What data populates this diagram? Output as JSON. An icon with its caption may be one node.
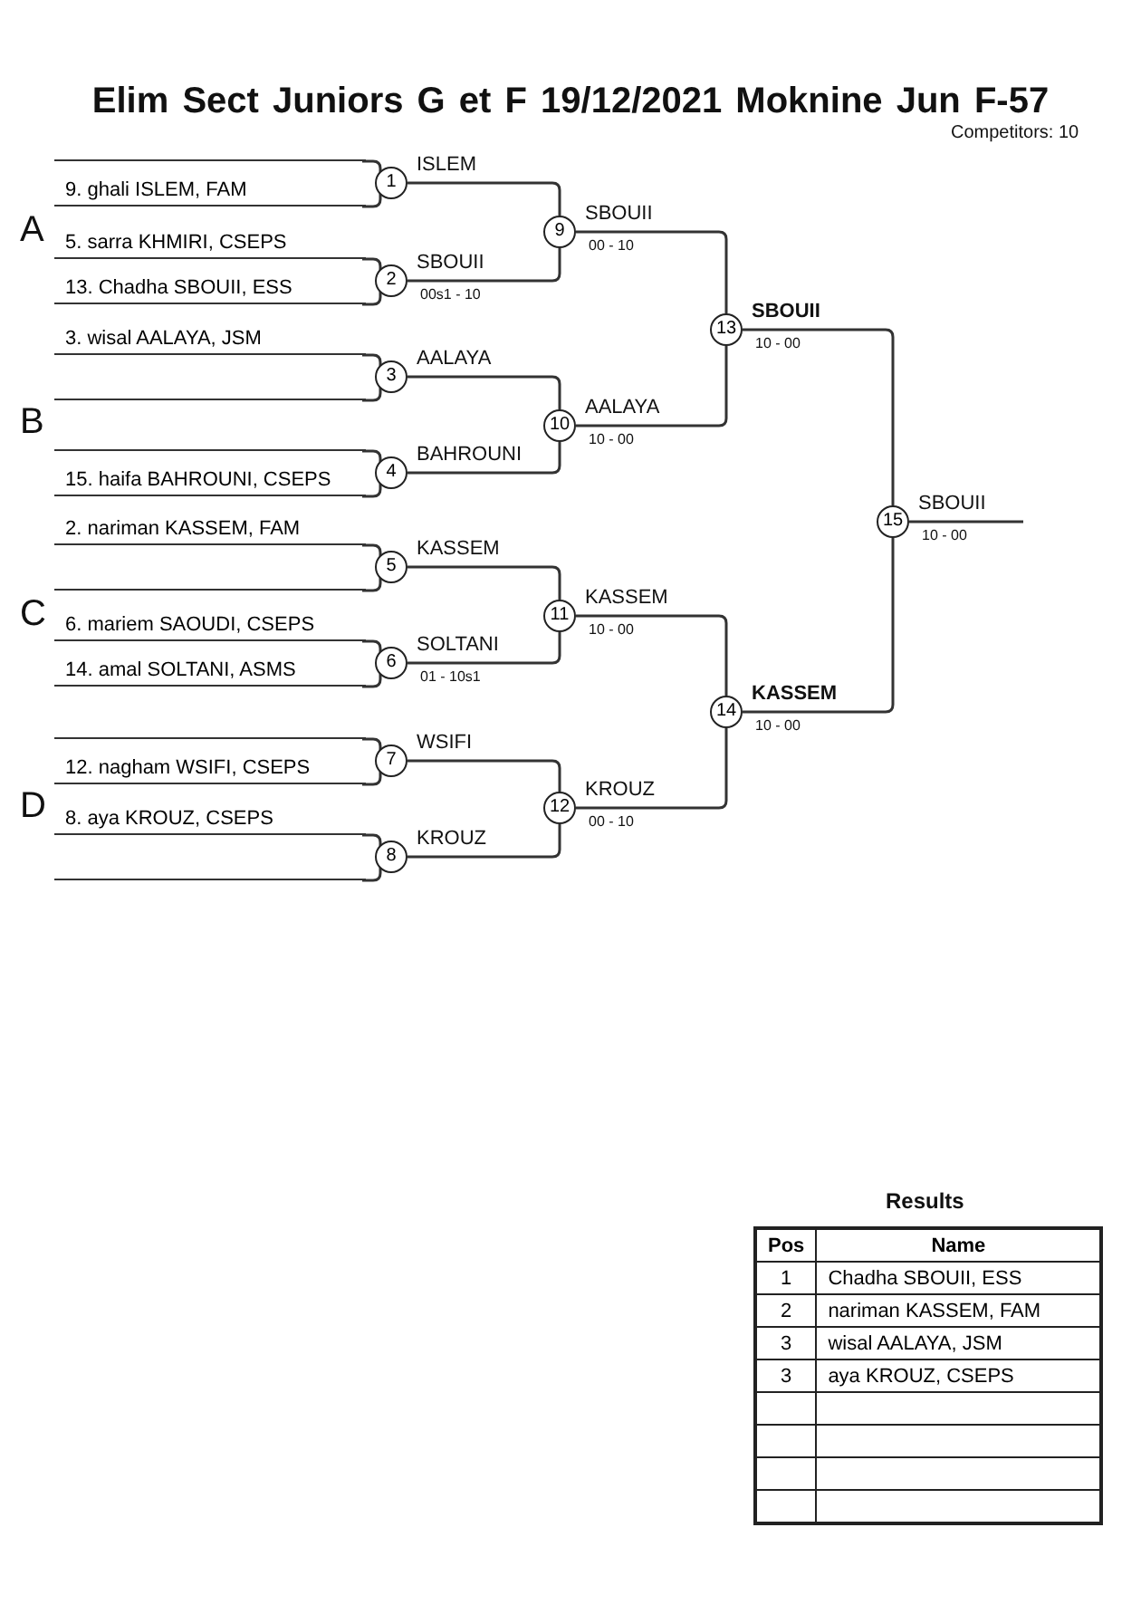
{
  "diagram": {
    "title": "Elim Sect Juniors G et F 19/12/2021 Moknine Jun F-57",
    "nodes": [
      {
        "text": [],
        "shape": "line"
      },
      {
        "text": [
          "9. ghali ISLEM, FAM"
        ]
      },
      {
        "text": [
          "5. sarra KHMIRI, CSEPS"
        ]
      },
      {
        "text": [
          "13. Chadha SBOUII, ESS"
        ]
      },
      {
        "text": [
          "3. wisal AALAYA, JSM"
        ]
      },
      {
        "text": [],
        "shape": "line"
      },
      {
        "text": [],
        "shape": "line"
      },
      {
        "text": [
          "15. haifa BAHROUNI, CSEPS"
        ]
      },
      {
        "text": [
          "2. nariman KASSEM, FAM"
        ]
      },
      {
        "text": [],
        "shape": "line"
      },
      {
        "text": [
          "6. mariem SAOUDI, CSEPS"
        ]
      },
      {
        "text": [
          "14. amal SOLTANI, ASMS"
        ]
      },
      {
        "text": [],
        "shape": "line"
      },
      {
        "text": [
          "12. nagham WSIFI, CSEPS"
        ]
      },
      {
        "text": [
          "8. aya KROUZ, CSEPS"
        ]
      },
      {
        "text": [],
        "shape": "line"
      },
      {
        "text": [
          "1"
        ],
        "beside": [
          "ISLEM"
        ]
      },
      {
        "text": [
          "2"
        ],
        "beside": [
          "SBOUII",
          "00s1 - 10"
        ]
      },
      {
        "text": [
          "3"
        ],
        "beside": [
          "AALAYA"
        ]
      },
      {
        "text": [
          "4"
        ],
        "beside": [
          "BAHROUNI"
        ]
      },
      {
        "text": [
          "5"
        ],
        "beside": [
          "KASSEM"
        ]
      },
      {
        "text": [
          "6"
        ],
        "beside": [
          "SOLTANI",
          "01 - 10s1"
        ]
      },
      {
        "text": [
          "7"
        ],
        "beside": [
          "WSIFI"
        ]
      },
      {
        "text": [
          "8"
        ],
        "beside": [
          "KROUZ"
        ]
      },
      {
        "text": [
          "9"
        ],
        "beside": [
          "SBOUII",
          "00 - 10"
        ]
      },
      {
        "text": [
          "10"
        ],
        "beside": [
          "AALAYA",
          "10 - 00"
        ]
      },
      {
        "text": [
          "11"
        ],
        "beside": [
          "KASSEM",
          "10 - 00"
        ]
      },
      {
        "text": [
          "12"
        ],
        "beside": [
          "KROUZ",
          "00 - 10"
        ]
      },
      {
        "text": [
          "13"
        ],
        "beside": [
          "SBOUII",
          "10 - 00"
        ]
      },
      {
        "text": [
          "14"
        ],
        "beside": [
          "KASSEM",
          "10 - 00"
        ]
      },
      {
        "text": [
          "15"
        ],
        "beside": [
          "SBOUII",
          "10 - 00"
        ]
      }
    ],
    "edges": [
      {
        "from": 0,
        "to": 16,
        "arrow": "none"
      },
      {
        "from": 1,
        "to": 16,
        "arrow": "none"
      },
      {
        "from": 2,
        "to": 17,
        "arrow": "none"
      },
      {
        "from": 3,
        "to": 17,
        "arrow": "none"
      },
      {
        "from": 4,
        "to": 18,
        "arrow": "none"
      },
      {
        "from": 5,
        "to": 18,
        "arrow": "none"
      },
      {
        "from": 6,
        "to": 19,
        "arrow": "none"
      },
      {
        "from": 7,
        "to": 19,
        "arrow": "none"
      },
      {
        "from": 8,
        "to": 20,
        "arrow": "none"
      },
      {
        "from": 9,
        "to": 20,
        "arrow": "none"
      },
      {
        "from": 10,
        "to": 21,
        "arrow": "none"
      },
      {
        "from": 11,
        "to": 21,
        "arrow": "none"
      },
      {
        "from": 12,
        "to": 22,
        "arrow": "none"
      },
      {
        "from": 13,
        "to": 22,
        "arrow": "none"
      },
      {
        "from": 14,
        "to": 23,
        "arrow": "none"
      },
      {
        "from": 15,
        "to": 23,
        "arrow": "none"
      },
      {
        "from": 16,
        "to": 24,
        "arrow": "none"
      },
      {
        "from": 17,
        "to": 24,
        "arrow": "none"
      },
      {
        "from": 18,
        "to": 25,
        "arrow": "none"
      },
      {
        "from": 19,
        "to": 25,
        "arrow": "none"
      },
      {
        "from": 20,
        "to": 26,
        "arrow": "none"
      },
      {
        "from": 21,
        "to": 26,
        "arrow": "none"
      },
      {
        "from": 22,
        "to": 27,
        "arrow": "none"
      },
      {
        "from": 23,
        "to": 27,
        "arrow": "none"
      },
      {
        "from": 24,
        "to": 28,
        "arrow": "none"
      },
      {
        "from": 25,
        "to": 28,
        "arrow": "none"
      },
      {
        "from": 26,
        "to": 29,
        "arrow": "none"
      },
      {
        "from": 27,
        "to": 29,
        "arrow": "none"
      },
      {
        "from": 28,
        "to": 30,
        "arrow": "none"
      },
      {
        "from": 29,
        "to": 30,
        "arrow": "none"
      },
      {
        "from": 30,
        "to": null,
        "arrow": "none"
      }
    ],
    "labels": [
      "Competitors: 10",
      "A",
      "B",
      "C",
      "D",
      "Results",
      "Pos",
      "Name",
      "1",
      "Chadha SBOUII, ESS",
      "2",
      "nariman KASSEM, FAM",
      "3",
      "wisal AALAYA, JSM",
      "3",
      "aya KROUZ, CSEPS"
    ]
  }
}
